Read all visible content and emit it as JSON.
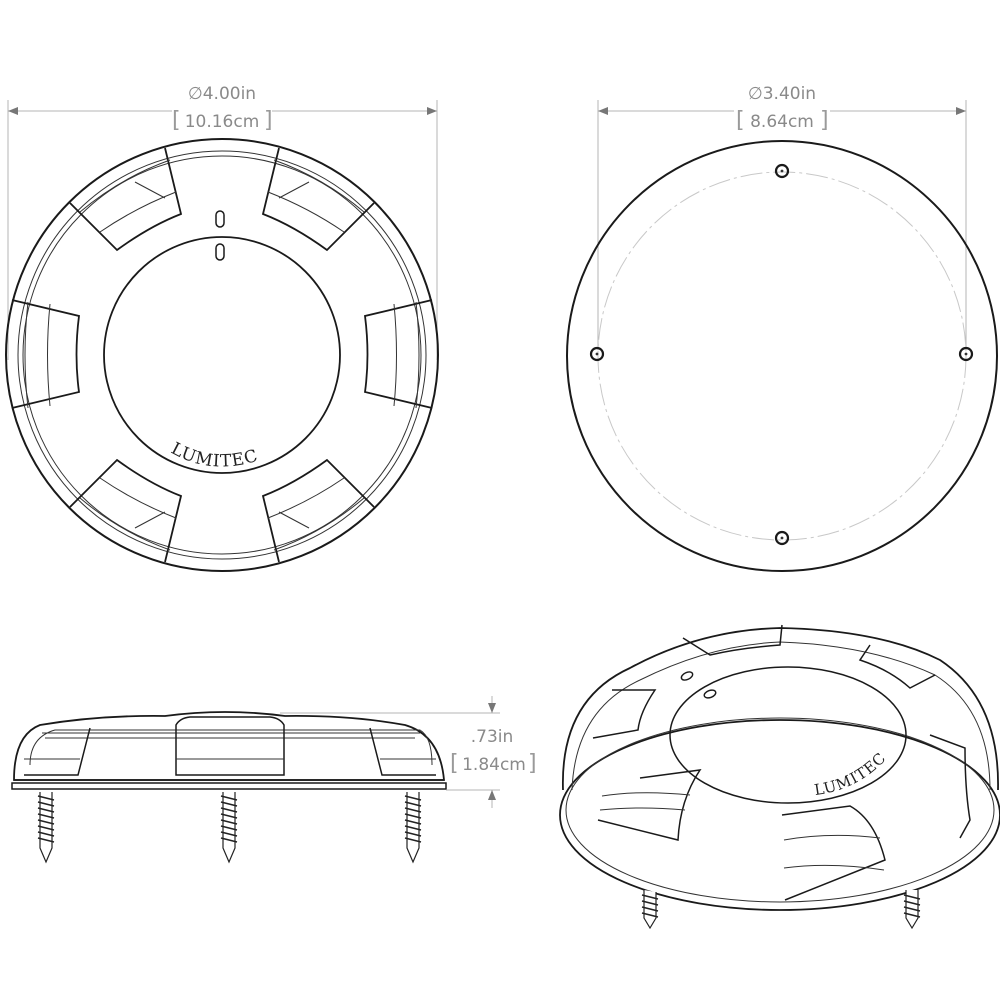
{
  "diagram": {
    "brand": "LUMITEC",
    "views": {
      "top_view": {
        "dimension_label": "4.00in",
        "dimension_label_metric": "10.16cm",
        "diameter_symbol": "∅"
      },
      "bottom_view": {
        "dimension_label": "3.40in",
        "dimension_label_metric": "8.64cm",
        "diameter_symbol": "∅",
        "mounting_holes": 4
      },
      "side_view": {
        "dimension_label": ".73in",
        "dimension_label_metric": "1.84cm",
        "screws": 3
      },
      "isometric_view": {
        "logo": "LUMITEC"
      }
    },
    "colors": {
      "line": "#1a1a1a",
      "dimension": "#8a8a8a",
      "background": "#ffffff"
    }
  }
}
